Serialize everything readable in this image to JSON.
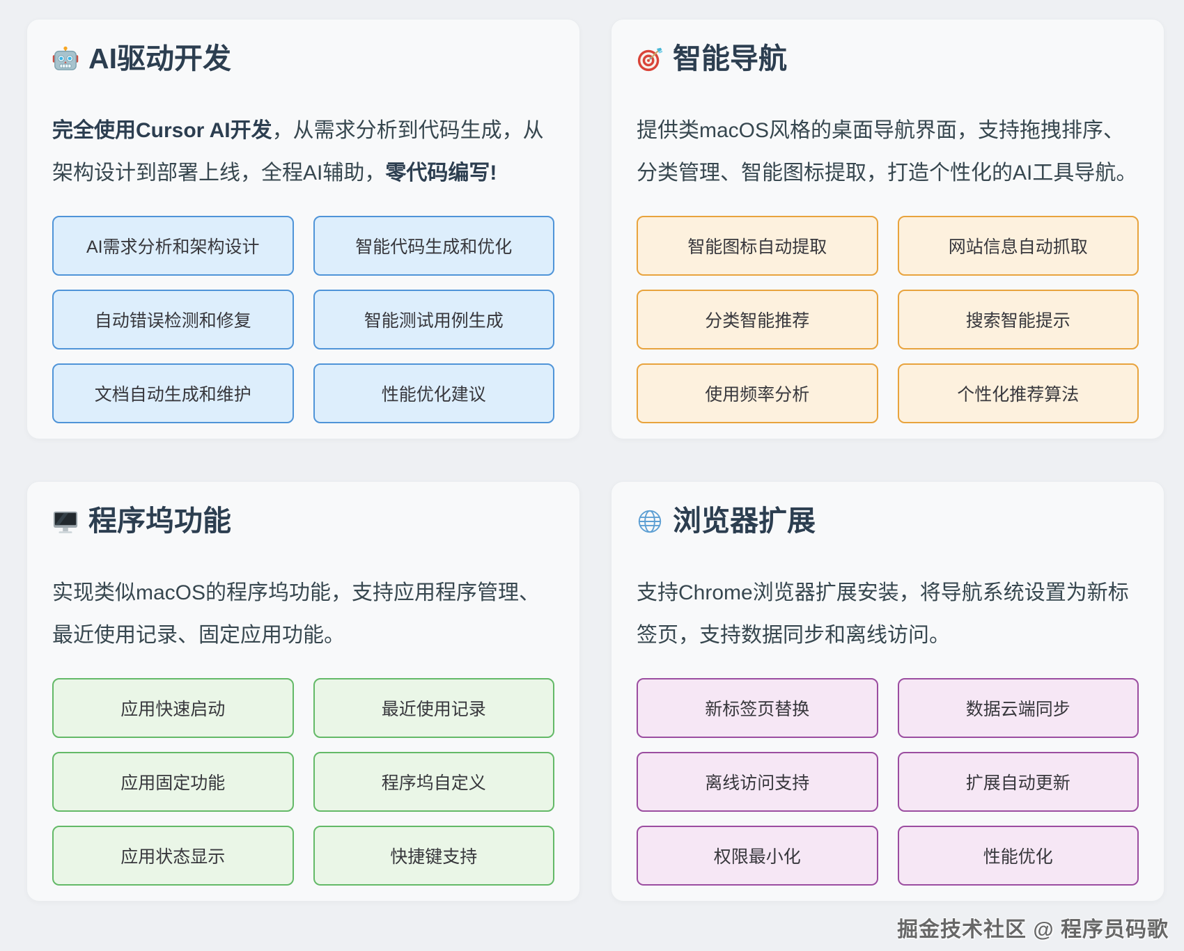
{
  "theme": {
    "page_bg": "#eef0f3",
    "card_bg": "#f8f9fa",
    "title_color": "#2c3e50",
    "text_color": "#37474f",
    "tag_text": "#37373c"
  },
  "watermark": "掘金技术社区 @ 程序员码歌",
  "cards": [
    {
      "id": "ai-development",
      "icon": "robot-icon",
      "title": "AI驱动开发",
      "desc": [
        {
          "text": "完全使用Cursor AI开发",
          "bold": true
        },
        {
          "text": "，从需求分析到代码生成，从架构设计到部署上线，全程AI辅助，",
          "bold": false
        },
        {
          "text": "零代码编写!",
          "bold": true
        }
      ],
      "tags": [
        "AI需求分析和架构设计",
        "智能代码生成和优化",
        "自动错误检测和修复",
        "智能测试用例生成",
        "文档自动生成和维护",
        "性能优化建议"
      ],
      "colors": {
        "tag_bg": "#ddeefc",
        "tag_border": "#4f94d8"
      }
    },
    {
      "id": "smart-navigation",
      "icon": "target-icon",
      "title": "智能导航",
      "desc": [
        {
          "text": "提供类macOS风格的桌面导航界面，支持拖拽排序、分类管理、智能图标提取，打造个性化的AI工具导航。",
          "bold": false
        }
      ],
      "tags": [
        "智能图标自动提取",
        "网站信息自动抓取",
        "分类智能推荐",
        "搜索智能提示",
        "使用频率分析",
        "个性化推荐算法"
      ],
      "colors": {
        "tag_bg": "#fdf1de",
        "tag_border": "#e8a33d"
      }
    },
    {
      "id": "dock-features",
      "icon": "monitor-icon",
      "title": "程序坞功能",
      "desc": [
        {
          "text": "实现类似macOS的程序坞功能，支持应用程序管理、最近使用记录、固定应用功能。",
          "bold": false
        }
      ],
      "tags": [
        "应用快速启动",
        "最近使用记录",
        "应用固定功能",
        "程序坞自定义",
        "应用状态显示",
        "快捷键支持"
      ],
      "colors": {
        "tag_bg": "#eaf6e7",
        "tag_border": "#63b967"
      }
    },
    {
      "id": "browser-extension",
      "icon": "globe-icon",
      "title": "浏览器扩展",
      "desc": [
        {
          "text": "支持Chrome浏览器扩展安装，将导航系统设置为新标签页，支持数据同步和离线访问。",
          "bold": false
        }
      ],
      "tags": [
        "新标签页替换",
        "数据云端同步",
        "离线访问支持",
        "扩展自动更新",
        "权限最小化",
        "性能优化"
      ],
      "colors": {
        "tag_bg": "#f6e7f5",
        "tag_border": "#9b4da0"
      }
    }
  ]
}
